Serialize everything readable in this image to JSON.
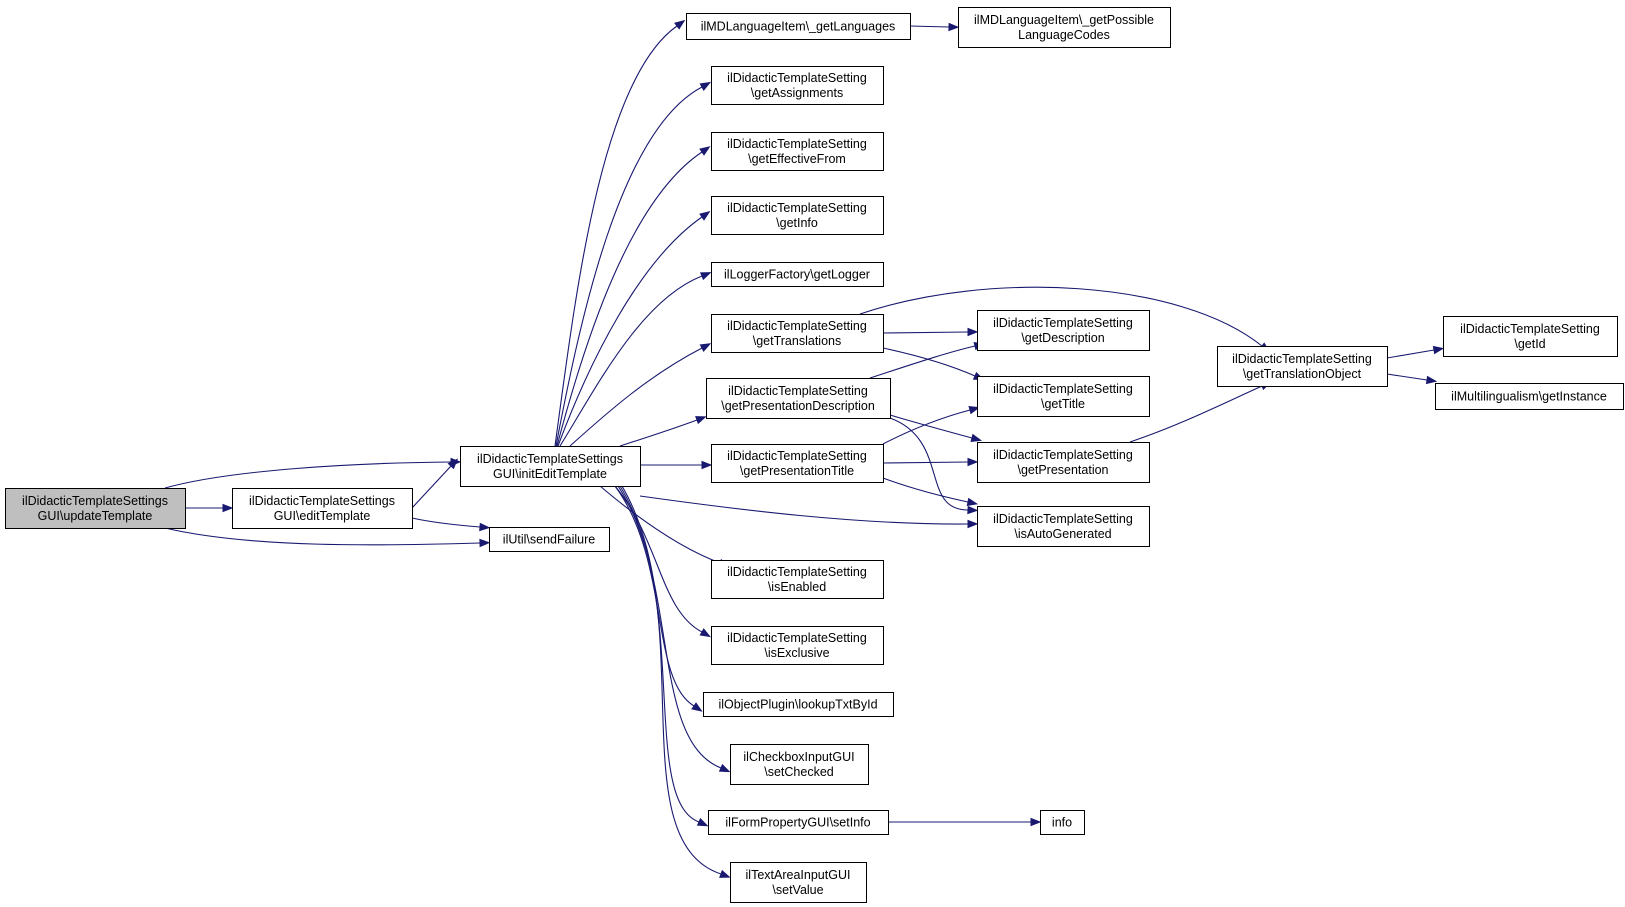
{
  "diagram": {
    "type": "call-graph",
    "colors": {
      "edge": "#191970",
      "node_border": "#000000",
      "root_fill": "#bfbfbf",
      "node_fill": "#ffffff"
    },
    "nodes": [
      {
        "id": "updateTemplate",
        "lines": [
          "ilDidacticTemplateSettings",
          "GUI\\updateTemplate"
        ],
        "root": true
      },
      {
        "id": "editTemplate",
        "lines": [
          "ilDidacticTemplateSettings",
          "GUI\\editTemplate"
        ]
      },
      {
        "id": "initEditTemplate",
        "lines": [
          "ilDidacticTemplateSettings",
          "GUI\\initEditTemplate"
        ]
      },
      {
        "id": "sendFailure",
        "lines": [
          "ilUtil\\sendFailure"
        ]
      },
      {
        "id": "getLanguages",
        "lines": [
          "ilMDLanguageItem\\_getLanguages"
        ]
      },
      {
        "id": "getPossibleLanguageCodes",
        "lines": [
          "ilMDLanguageItem\\_getPossible",
          "LanguageCodes"
        ]
      },
      {
        "id": "getAssignments",
        "lines": [
          "ilDidacticTemplateSetting",
          "\\getAssignments"
        ]
      },
      {
        "id": "getEffectiveFrom",
        "lines": [
          "ilDidacticTemplateSetting",
          "\\getEffectiveFrom"
        ]
      },
      {
        "id": "getInfo",
        "lines": [
          "ilDidacticTemplateSetting",
          "\\getInfo"
        ]
      },
      {
        "id": "getLogger",
        "lines": [
          "ilLoggerFactory\\getLogger"
        ]
      },
      {
        "id": "getTranslations",
        "lines": [
          "ilDidacticTemplateSetting",
          "\\getTranslations"
        ]
      },
      {
        "id": "getPresentationDescription",
        "lines": [
          "ilDidacticTemplateSetting",
          "\\getPresentationDescription"
        ]
      },
      {
        "id": "getPresentationTitle",
        "lines": [
          "ilDidacticTemplateSetting",
          "\\getPresentationTitle"
        ]
      },
      {
        "id": "isEnabled",
        "lines": [
          "ilDidacticTemplateSetting",
          "\\isEnabled"
        ]
      },
      {
        "id": "isExclusive",
        "lines": [
          "ilDidacticTemplateSetting",
          "\\isExclusive"
        ]
      },
      {
        "id": "lookupTxtById",
        "lines": [
          "ilObjectPlugin\\lookupTxtById"
        ]
      },
      {
        "id": "setChecked",
        "lines": [
          "ilCheckboxInputGUI",
          "\\setChecked"
        ]
      },
      {
        "id": "setInfo",
        "lines": [
          "ilFormPropertyGUI\\setInfo"
        ]
      },
      {
        "id": "setValue",
        "lines": [
          "ilTextAreaInputGUI",
          "\\setValue"
        ]
      },
      {
        "id": "getDescription",
        "lines": [
          "ilDidacticTemplateSetting",
          "\\getDescription"
        ]
      },
      {
        "id": "getTitle",
        "lines": [
          "ilDidacticTemplateSetting",
          "\\getTitle"
        ]
      },
      {
        "id": "getPresentation",
        "lines": [
          "ilDidacticTemplateSetting",
          "\\getPresentation"
        ]
      },
      {
        "id": "isAutoGenerated",
        "lines": [
          "ilDidacticTemplateSetting",
          "\\isAutoGenerated"
        ]
      },
      {
        "id": "info",
        "lines": [
          "info"
        ]
      },
      {
        "id": "getTranslationObject",
        "lines": [
          "ilDidacticTemplateSetting",
          "\\getTranslationObject"
        ]
      },
      {
        "id": "getId",
        "lines": [
          "ilDidacticTemplateSetting",
          "\\getId"
        ]
      },
      {
        "id": "getInstance",
        "lines": [
          "ilMultilingualism\\getInstance"
        ]
      }
    ],
    "edges": [
      {
        "from": "updateTemplate",
        "to": "initEditTemplate"
      },
      {
        "from": "updateTemplate",
        "to": "editTemplate"
      },
      {
        "from": "updateTemplate",
        "to": "sendFailure"
      },
      {
        "from": "editTemplate",
        "to": "initEditTemplate"
      },
      {
        "from": "editTemplate",
        "to": "sendFailure"
      },
      {
        "from": "initEditTemplate",
        "to": "getLanguages"
      },
      {
        "from": "initEditTemplate",
        "to": "getAssignments"
      },
      {
        "from": "initEditTemplate",
        "to": "getEffectiveFrom"
      },
      {
        "from": "initEditTemplate",
        "to": "getInfo"
      },
      {
        "from": "initEditTemplate",
        "to": "getLogger"
      },
      {
        "from": "initEditTemplate",
        "to": "getTranslations"
      },
      {
        "from": "initEditTemplate",
        "to": "getPresentationDescription"
      },
      {
        "from": "initEditTemplate",
        "to": "getPresentationTitle"
      },
      {
        "from": "initEditTemplate",
        "to": "isAutoGenerated"
      },
      {
        "from": "initEditTemplate",
        "to": "isEnabled"
      },
      {
        "from": "initEditTemplate",
        "to": "isExclusive"
      },
      {
        "from": "initEditTemplate",
        "to": "lookupTxtById"
      },
      {
        "from": "initEditTemplate",
        "to": "setChecked"
      },
      {
        "from": "initEditTemplate",
        "to": "setInfo"
      },
      {
        "from": "initEditTemplate",
        "to": "setValue"
      },
      {
        "from": "getLanguages",
        "to": "getPossibleLanguageCodes"
      },
      {
        "from": "getTranslations",
        "to": "getTranslationObject"
      },
      {
        "from": "getTranslations",
        "to": "getDescription"
      },
      {
        "from": "getTranslations",
        "to": "getTitle"
      },
      {
        "from": "getPresentationDescription",
        "to": "getDescription"
      },
      {
        "from": "getPresentationDescription",
        "to": "getPresentation"
      },
      {
        "from": "getPresentationDescription",
        "to": "isAutoGenerated"
      },
      {
        "from": "getPresentationTitle",
        "to": "getTitle"
      },
      {
        "from": "getPresentationTitle",
        "to": "getPresentation"
      },
      {
        "from": "getPresentationTitle",
        "to": "isAutoGenerated"
      },
      {
        "from": "getPresentation",
        "to": "getTranslationObject"
      },
      {
        "from": "getTranslationObject",
        "to": "getId"
      },
      {
        "from": "getTranslationObject",
        "to": "getInstance"
      },
      {
        "from": "setInfo",
        "to": "info"
      }
    ]
  }
}
